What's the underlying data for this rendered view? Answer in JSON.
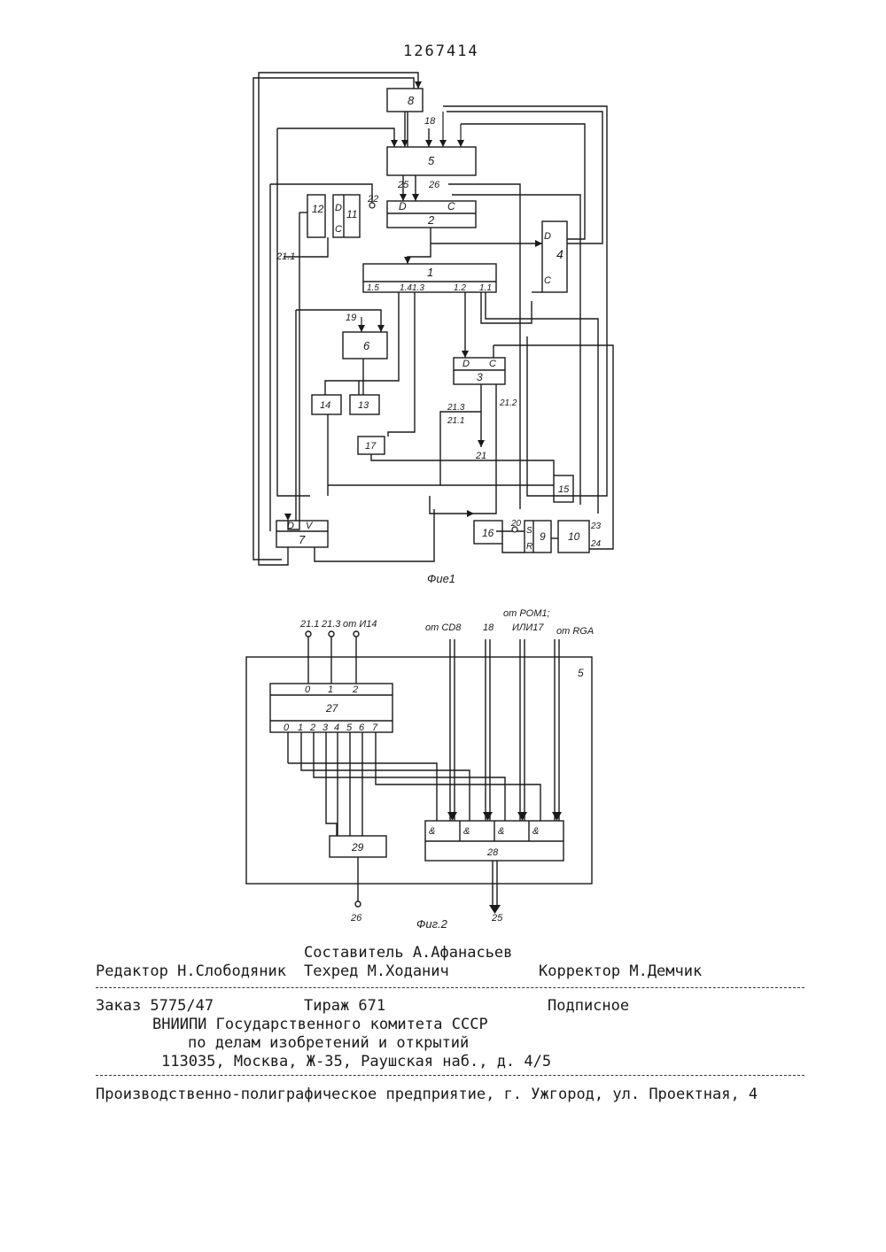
{
  "document": {
    "patent_number": "1267414"
  },
  "figure1": {
    "caption": "Фие1",
    "blocks": {
      "b1": "1",
      "b2": "2",
      "b3": "3",
      "b4": "4",
      "b5": "5",
      "b6": "6",
      "b7": "7",
      "b8": "8",
      "b9": "9",
      "b10": "10",
      "b11": "11",
      "b12": "12",
      "b13": "13",
      "b14": "14",
      "b15": "15",
      "b16": "16",
      "b17": "17"
    },
    "ports": {
      "d": "D",
      "c": "C",
      "v": "V",
      "s": "S",
      "r": "R",
      "p15": "1.5",
      "p14": "1.4",
      "p13": "1.3",
      "p12": "1.2",
      "p11": "1.1"
    },
    "labels": {
      "l18": "18",
      "l19": "19",
      "l20": "20",
      "l21": "21",
      "l22": "22",
      "l23": "23",
      "l24": "24",
      "l25": "25",
      "l26": "26",
      "l211": "21.1",
      "l212": "21.2",
      "l213": "21.3",
      "l2114": "21.1"
    }
  },
  "figure2": {
    "caption": "Фиг.2",
    "block5": "5",
    "block27": "27",
    "block28": "28",
    "block29": "29",
    "in_labels": {
      "a": "21.1",
      "b": "21.3",
      "c": "от И14",
      "d": "от СD8",
      "e": "18",
      "f": "от РОМ1;",
      "g": "ИЛИ17",
      "h": "от RGА"
    },
    "in_ports": [
      "0",
      "1",
      "2"
    ],
    "out_ports": [
      "0",
      "1",
      "2",
      "3",
      "4",
      "5",
      "6",
      "7"
    ],
    "and_gate": "&",
    "out25": "25",
    "out26": "26"
  },
  "imprint": {
    "compiler": "Составитель А.Афанасьев",
    "editor": "Редактор Н.Слободяник",
    "tech_editor": "Техред М.Ходанич",
    "corrector": "Корректор М.Демчик",
    "order": "Заказ 5775/47",
    "circulation": "Тираж 671",
    "subscription": "Подписное",
    "org_line1": "ВНИИПИ Государственного комитета СССР",
    "org_line2": "по делам изобретений и открытий",
    "address": "113035, Москва, Ж-35, Раушская наб., д. 4/5",
    "printer": "Производственно-полиграфическое предприятие, г. Ужгород, ул. Проектная, 4"
  }
}
